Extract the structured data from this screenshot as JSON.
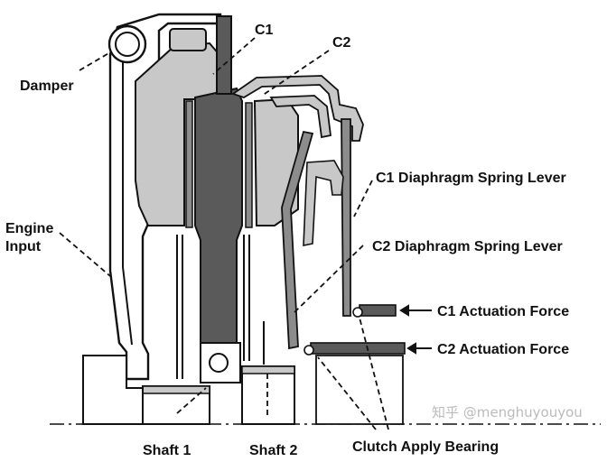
{
  "labels": {
    "damper": "Damper",
    "c1": "C1",
    "c2": "C2",
    "engine_input_line1": "Engine",
    "engine_input_line2": "Input",
    "c1_lever": "C1 Diaphragm Spring Lever",
    "c2_lever": "C2 Diaphragm Spring Lever",
    "c1_force": "C1 Actuation Force",
    "c2_force": "C2 Actuation Force",
    "shaft1": "Shaft 1",
    "shaft2": "Shaft 2",
    "bearing": "Clutch Apply Bearing"
  },
  "watermark": "知乎 @menghuyouyou",
  "colors": {
    "line": "#111111",
    "light_fill": "#c8c8c8",
    "dark_fill": "#5a5a5a",
    "mid_fill": "#8c8c8c",
    "watermark": "#bbbbbb"
  }
}
